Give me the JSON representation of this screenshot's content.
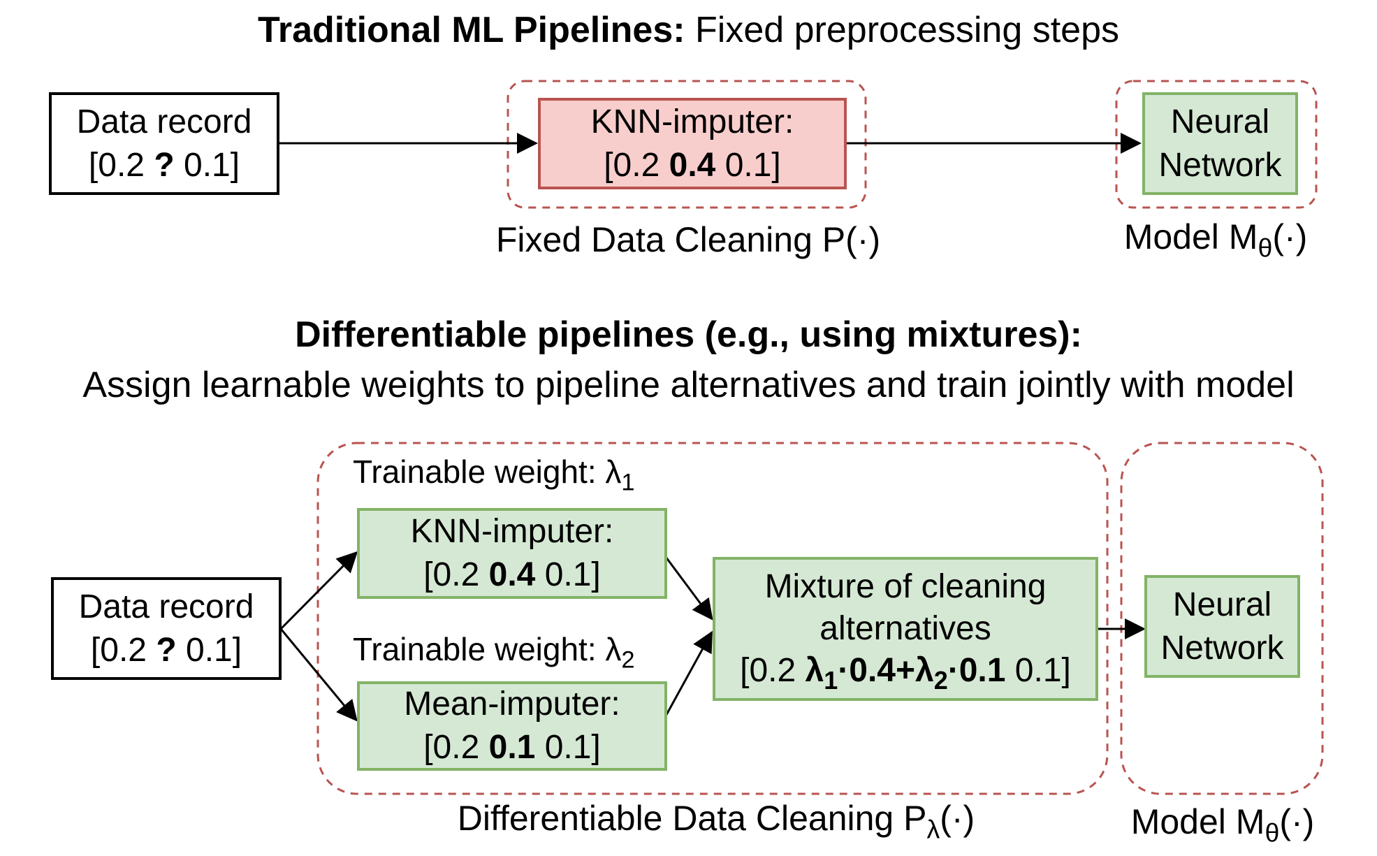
{
  "top": {
    "title_bold": "Traditional ML Pipelines:",
    "title_rest": " Fixed preprocessing steps",
    "data_record": {
      "line1": "Data record",
      "prefix": "[0.2 ",
      "value": "?",
      "suffix": " 0.1]"
    },
    "knn_box": {
      "line1": "KNN-imputer:",
      "prefix": "[0.2 ",
      "value": "0.4",
      "suffix": " 0.1]"
    },
    "model_box": {
      "line1": "Neural",
      "line2": "Network"
    },
    "cleaning_label": "Fixed Data Cleaning P(·)",
    "model_label": "Model M",
    "model_sub": "θ",
    "model_tail": "(·)"
  },
  "bottom": {
    "title_line1": "Differentiable pipelines (e.g., using mixtures):",
    "title_line2": "Assign learnable weights to pipeline alternatives and train jointly with model",
    "data_record": {
      "line1": "Data record",
      "prefix": "[0.2 ",
      "value": "?",
      "suffix": " 0.1]"
    },
    "weight1": {
      "text": "Trainable weight: λ",
      "sub": "1"
    },
    "weight2": {
      "text": "Trainable weight: λ",
      "sub": "2"
    },
    "knn_box": {
      "line1": "KNN-imputer:",
      "prefix": "[0.2 ",
      "value": "0.4",
      "suffix": " 0.1]"
    },
    "mean_box": {
      "line1": "Mean-imputer:",
      "prefix": "[0.2 ",
      "value": "0.1",
      "suffix": " 0.1]"
    },
    "mixture_box": {
      "line1": "Mixture of cleaning",
      "line2": "alternatives",
      "prefix": "[0.2 ",
      "lam1": "λ",
      "sub1": "1",
      "mid1": "·0.4+",
      "lam2": "λ",
      "sub2": "2",
      "mid2": "·0.1",
      "suffix": " 0.1]"
    },
    "model_box": {
      "line1": "Neural",
      "line2": "Network"
    },
    "cleaning_label": "Differentiable Data Cleaning P",
    "cleaning_sub": "λ",
    "cleaning_tail": "(·)",
    "model_label": "Model M",
    "model_sub": "θ",
    "model_tail": "(·)"
  },
  "colors": {
    "red_fill": "#f8cecc",
    "red_stroke": "#b85450",
    "green_fill": "#d5e8d4",
    "green_stroke": "#82b366",
    "dashed_group": "#b85450"
  }
}
